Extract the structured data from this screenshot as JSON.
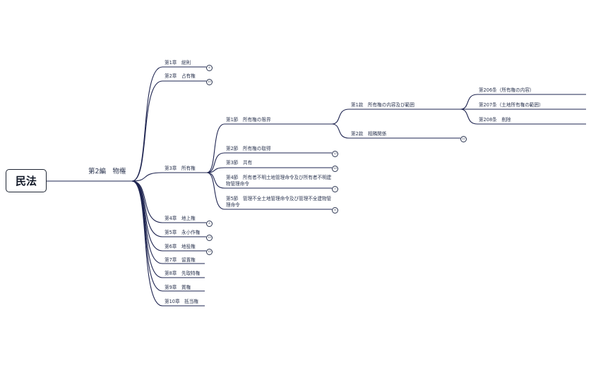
{
  "root": {
    "label": "民法"
  },
  "edition": {
    "label": "第2編　物権"
  },
  "chapters": [
    {
      "label": "第1章　総則",
      "badge": "6"
    },
    {
      "label": "第2章　占有権",
      "badge": "20"
    },
    {
      "label": "第3章　所有権",
      "badge": ""
    },
    {
      "label": "第4章　地上権",
      "badge": "6"
    },
    {
      "label": "第5章　永小作権",
      "badge": "10"
    },
    {
      "label": "第6章　地役権",
      "badge": "15"
    },
    {
      "label": "第7章　留置権",
      "badge": ""
    },
    {
      "label": "第8章　先取特権",
      "badge": ""
    },
    {
      "label": "第9章　質権",
      "badge": ""
    },
    {
      "label": "第10章　抵当権",
      "badge": ""
    }
  ],
  "sections": [
    {
      "label": "第1節　所有権の限界",
      "badge": ""
    },
    {
      "label": "第2節　所有権の取得",
      "badge": "12"
    },
    {
      "label": "第3節　共有",
      "badge": "20"
    },
    {
      "label": "第4節　所有者不明土地管理命令及び所有者不明建物管理命令",
      "badge": "7"
    },
    {
      "label": "第5節　管理不全土地管理命令及び管理不全建物管理命令",
      "badge": "6"
    }
  ],
  "subsections": [
    {
      "label": "第1款　所有権の内容及び範囲",
      "badge": ""
    },
    {
      "label": "第2款　相隣関係",
      "badge": "22"
    }
  ],
  "articles": [
    {
      "label": "第206条（所有権の内容）"
    },
    {
      "label": "第207条（土地所有権の範囲）"
    },
    {
      "label": "第208条　削除"
    }
  ]
}
